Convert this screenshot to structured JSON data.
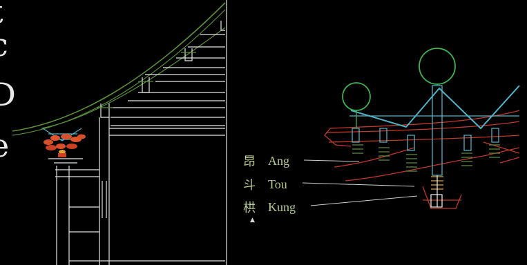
{
  "left_edge_text": [
    "t",
    "c",
    "D",
    "e"
  ],
  "labels": [
    {
      "cn": "昂",
      "en": "Ang"
    },
    {
      "cn": "斗",
      "en": "Tou"
    },
    {
      "cn": "栱",
      "en": "Kung"
    }
  ],
  "small_mark": "▲",
  "colors": {
    "background": "#000000",
    "white_lines": "#e6e6e6",
    "green_lines": "#5a8f3c",
    "bright_green": "#3fb34f",
    "cyan_lines": "#4fb3c8",
    "red_lines": "#c0392b",
    "bracket_fill": "#d8502a",
    "label_text": "#b7c98a"
  }
}
